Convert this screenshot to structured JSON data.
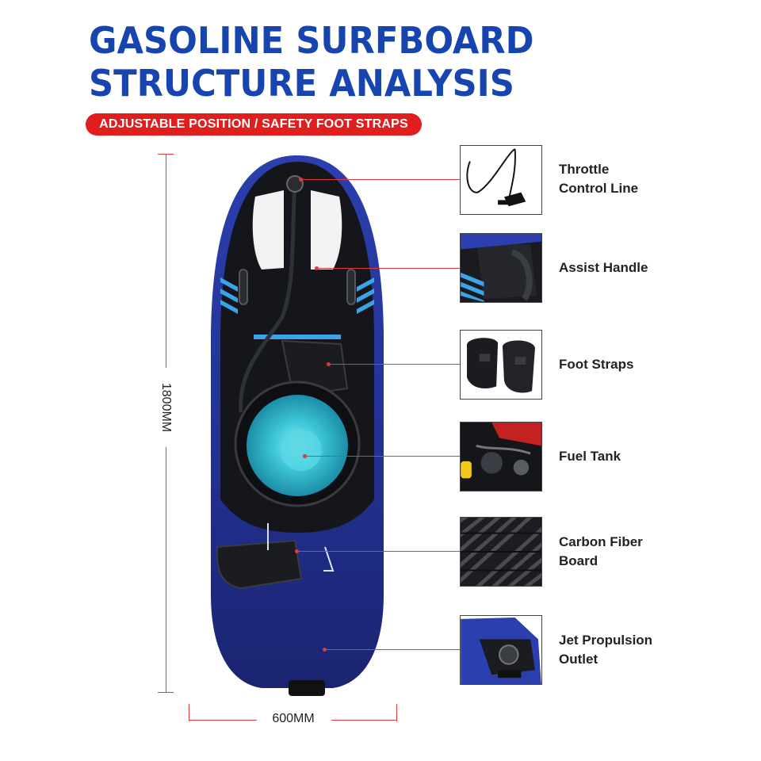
{
  "title": {
    "line1": "GASOLINE SURFBOARD",
    "line2": "STRUCTURE ANALYSIS"
  },
  "banner": "ADJUSTABLE POSITION / SAFETY FOOT STRAPS",
  "dimensions": {
    "length": "1800MM",
    "width": "600MM"
  },
  "colors": {
    "title": "#1745b0",
    "accent_red": "#e01e1e",
    "board_blue": "#2b3fae",
    "board_black": "#14161c",
    "tank_cyan": "#3ec8d8",
    "stripe_light_blue": "#3aa4e6"
  },
  "features": [
    {
      "line1": "Throttle",
      "line2": "Control Line",
      "icon": "throttle-cable-icon"
    },
    {
      "line1": "Assist Handle",
      "line2": "",
      "icon": "handle-icon"
    },
    {
      "line1": "Foot Straps",
      "line2": "",
      "icon": "foot-straps-icon"
    },
    {
      "line1": "Fuel Tank",
      "line2": "",
      "icon": "fuel-tank-icon"
    },
    {
      "line1": "Carbon Fiber",
      "line2": "Board",
      "icon": "carbon-fiber-icon"
    },
    {
      "line1": "Jet Propulsion",
      "line2": "Outlet",
      "icon": "jet-outlet-icon"
    }
  ]
}
